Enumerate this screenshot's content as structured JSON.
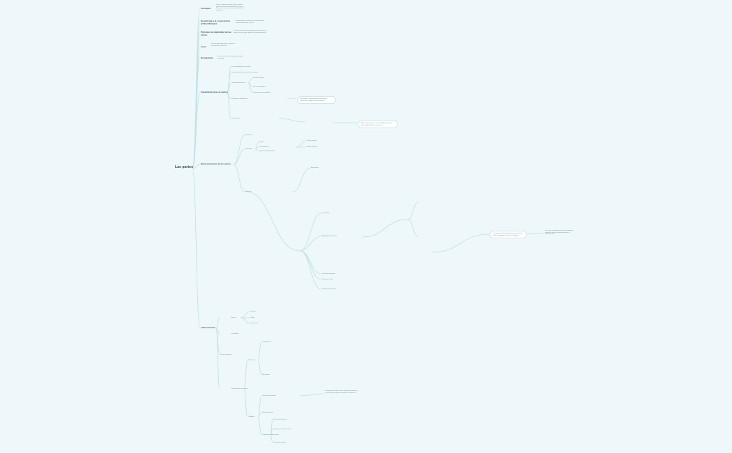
{
  "root": "Las partes",
  "branches": {
    "concepto": {
      "label": "Concepto",
      "text": "Parte: es quien reclama ante un órgano jurisdiccional la actuación de la ley en su favor, o frente a quien se pretende dicha actuación."
    },
    "bilateralidad": {
      "label": "Se anticipa a la coexistencia al Bien Bilateral",
      "text": "En todo proceso debe existir al menos dos partes enfrentadas entre sí."
    },
    "dualidad": {
      "label": "Principio de duplicidad de las partes",
      "text": "La parte actúa como contraposición de intereses frente a la otra parte, dentro del mismo proceso."
    },
    "actor": {
      "label": "Actor",
      "text": "Es la persona que inicia el proceso reclamando un derecho."
    },
    "demandado": {
      "label": "Demandado",
      "text": "Es la persona contra quien se dirige la demanda."
    },
    "capacidad": {
      "label": "Capacidad para ser partes",
      "items": [
        "La capacidad para ser parte",
        "Son capaces de ser parte las personas",
        "Capacidad procesal",
        "Personas físicas",
        "Personas jurídicas",
        "Patrimonios autónomos",
        "Uniones sin personalidad"
      ],
      "bubble": "Se refiere a la aptitud para ser titular de derechos y obligaciones procesales.",
      "legitimacion": {
        "label": "Legitimación",
        "bubble": "Está relacionada con la titularidad del derecho material discutido en el proceso."
      }
    },
    "representacion": {
      "label": "Representación de las partes",
      "items": [
        "Necesaria",
        "Voluntaria",
        "Legal",
        "Convencional",
        "Representación judicial",
        "Poder general",
        "Poder especial",
        "Mandato",
        "Apoderado",
        "Procurador",
        "Abogado patrocinante",
        "Gestor de negocios",
        "Defensor oficial",
        "Representante legal"
      ],
      "bubble": "La representación permite que una persona actúe en nombre de otra en el proceso.",
      "note": "Los actos realizados por el representante producen efectos directamente en el representado."
    },
    "litisconsorcio": {
      "label": "Litisconsorcio",
      "items": [
        "Activo",
        "Pasivo",
        "Mixto",
        "Necesario",
        "Facultativo",
        "Cuasi necesario",
        "Intervención de terceros",
        "Voluntaria",
        "Coadyuvante",
        "Excluyente",
        "Obligada",
        "Citación en garantía",
        "Denuncia de litis",
        "Llamamiento de terceros",
        "Tercería de dominio",
        "Tercería de mejor derecho",
        "Sucesión procesal"
      ],
      "note": "La intervención de terceros permite que quienes no son partes originarias ingresen al proceso."
    }
  }
}
